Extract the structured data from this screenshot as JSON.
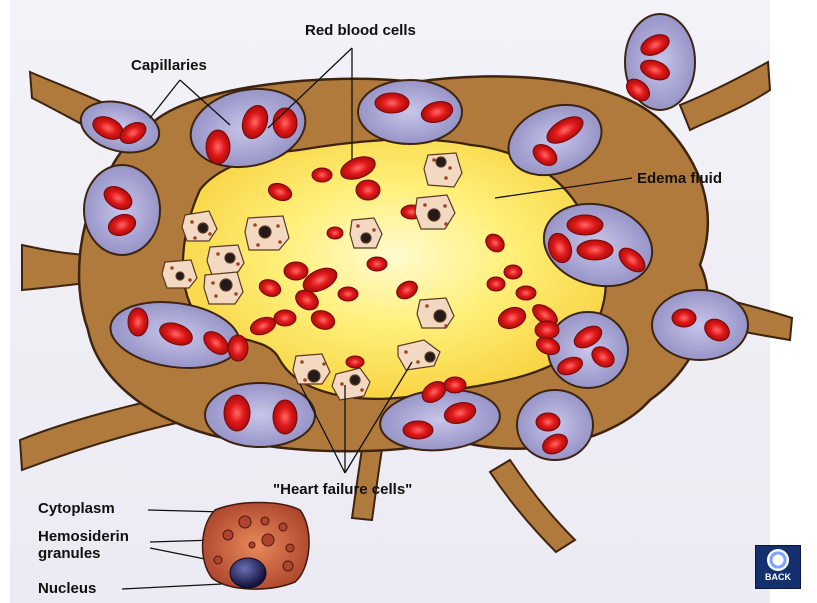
{
  "labels": {
    "red_blood_cells": "Red blood cells",
    "capillaries": "Capillaries",
    "edema_fluid": "Edema fluid",
    "heart_failure_cells": "\"Heart failure cells\"",
    "cytoplasm": "Cytoplasm",
    "hemosiderin_granules": "Hemosiderin granules",
    "nucleus": "Nucleus"
  },
  "back_button": {
    "label": "BACK"
  },
  "colors": {
    "septum": "#b07a3c",
    "septum_outline": "#3d2410",
    "capillary": "#aaa7d4",
    "rbc": "#d41414",
    "rbc_center": "#ff5050",
    "edema_center": "#fff39c",
    "edema_edge": "#fcd34f",
    "hf_cell": "#f3d9c2",
    "hemosiderin": "#a0431f",
    "nucleus": "#241a1a",
    "back_bg": "#15306f"
  },
  "icons": {
    "back_logo": "round-emblem-icon"
  }
}
